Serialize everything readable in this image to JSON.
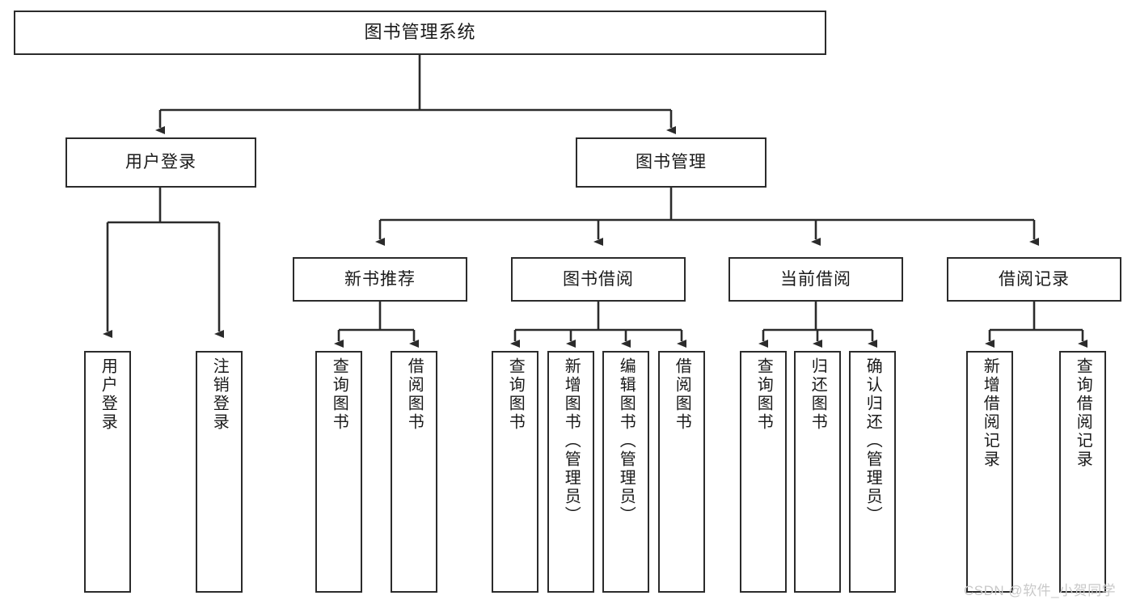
{
  "diagram": {
    "title": "图书管理系统",
    "type": "tree",
    "root": {
      "label": "图书管理系统"
    },
    "level2": [
      {
        "label": "用户登录"
      },
      {
        "label": "图书管理"
      }
    ],
    "level3": [
      {
        "label": "新书推荐"
      },
      {
        "label": "图书借阅"
      },
      {
        "label": "当前借阅"
      },
      {
        "label": "借阅记录"
      }
    ],
    "leaves": {
      "user_login": [
        {
          "label": "用户登录"
        },
        {
          "label": "注销登录"
        }
      ],
      "new_book_recommend": [
        {
          "label": "查询图书"
        },
        {
          "label": "借阅图书"
        }
      ],
      "book_borrow": [
        {
          "label": "查询图书"
        },
        {
          "label": "新增图书（管理员）"
        },
        {
          "label": "编辑图书（管理员）"
        },
        {
          "label": "借阅图书"
        }
      ],
      "current_borrow": [
        {
          "label": "查询图书"
        },
        {
          "label": "归还图书"
        },
        {
          "label": "确认归还（管理员）"
        }
      ],
      "borrow_record": [
        {
          "label": "新增借阅记录"
        },
        {
          "label": "查询借阅记录"
        }
      ]
    }
  },
  "watermark": {
    "text": "CSDN @软件_小贺同学"
  },
  "colors": {
    "stroke": "#2b2b2b",
    "fill": "#ffffff",
    "text": "#1a1a1a",
    "watermark": "#c9c9c9"
  }
}
